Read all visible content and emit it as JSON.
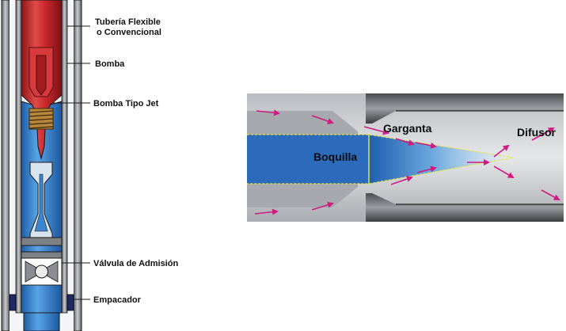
{
  "well_diagram": {
    "labels": {
      "tubing_line1": "Tubería Flexible",
      "tubing_line2": "o Convencional",
      "pump": "Bomba",
      "jet_pump": "Bomba Tipo Jet",
      "intake_valve": "Válvula de Admisión",
      "packer": "Empacador"
    }
  },
  "nozzle_detail": {
    "labels": {
      "nozzle": "Boquilla",
      "throat": "Garganta",
      "diffuser": "Difusor"
    }
  },
  "colors": {
    "tubing_red": "#c8282c",
    "fluid_blue": "#3a86d0",
    "casing_gray": "#8a8d91",
    "flow_arrow": "#d11a82",
    "outline": "#1a1a1a"
  }
}
